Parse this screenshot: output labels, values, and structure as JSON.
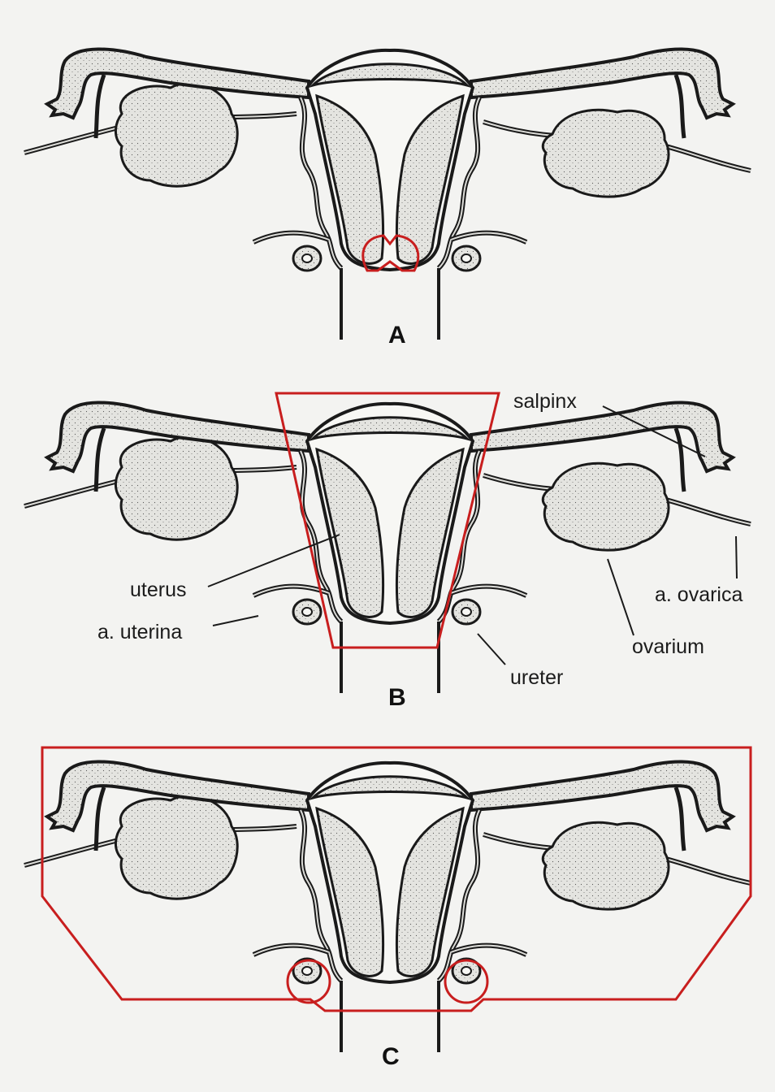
{
  "panels": [
    {
      "id": "A",
      "label": "A"
    },
    {
      "id": "B",
      "label": "B"
    },
    {
      "id": "C",
      "label": "C"
    }
  ],
  "labels": {
    "salpinx": "salpinx",
    "uterus": "uterus",
    "a_ovarica": "a. ovarica",
    "a_uterina": "a. uterina",
    "ovarium": "ovarium",
    "ureter": "ureter"
  },
  "colors": {
    "background": "#f3f3f1",
    "outline": "#1a1a1a",
    "tissue_fill": "#e2e2de",
    "highlight": "#c81e1e"
  }
}
